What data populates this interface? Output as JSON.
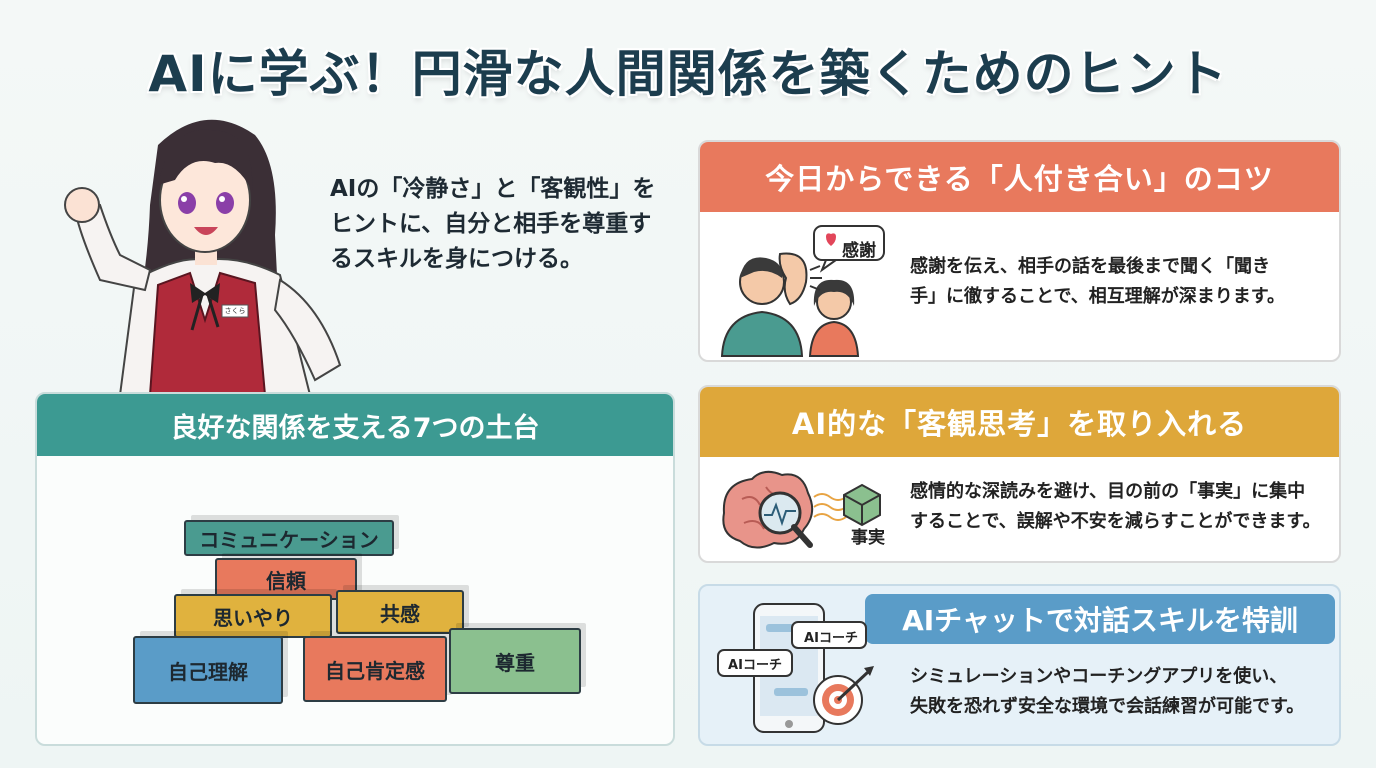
{
  "title": "AIに学ぶ！円滑な人間関係を築くためのヒント",
  "intro": {
    "lines": [
      "AIの「冷静さ」と「客観性」を",
      "ヒントに、自分と相手を尊重す",
      "るスキルを身につける。"
    ],
    "name_tag": "さくら"
  },
  "foundation": {
    "title": "良好な関係を支える7つの土台",
    "blocks": [
      {
        "label": "コミュニケーション",
        "color": "#4a9b90"
      },
      {
        "label": "信頼",
        "color": "#e8795d"
      },
      {
        "label": "思いやり",
        "color": "#e0b23e"
      },
      {
        "label": "共感",
        "color": "#e0b23e"
      },
      {
        "label": "自己理解",
        "color": "#5a9cc8"
      },
      {
        "label": "自己肯定感",
        "color": "#e8795d"
      },
      {
        "label": "尊重",
        "color": "#8bc08f"
      }
    ]
  },
  "cards": [
    {
      "title": "今日からできる「人付き合い」のコツ",
      "color": "#e8795d",
      "badge": "感謝",
      "lines": [
        "感謝を伝え、相手の話を最後まで聞く「聞き",
        "手」に徹することで、相互理解が深まります。"
      ]
    },
    {
      "title": "AI的な「客観思考」を取り入れる",
      "color": "#dea73a",
      "badge": "事実",
      "lines": [
        "感情的な深読みを避け、目の前の「事実」に集中",
        "することで、誤解や不安を減らすことができます。"
      ]
    },
    {
      "title": "AIチャットで対話スキルを特訓",
      "color": "#5a9cc8",
      "bubbles": [
        "AIコーチ",
        "AIコーチ"
      ],
      "lines": [
        "シミュレーションやコーチングアプリを使い、",
        "失敗を恐れず安全な環境で会話練習が可能です。"
      ]
    }
  ]
}
